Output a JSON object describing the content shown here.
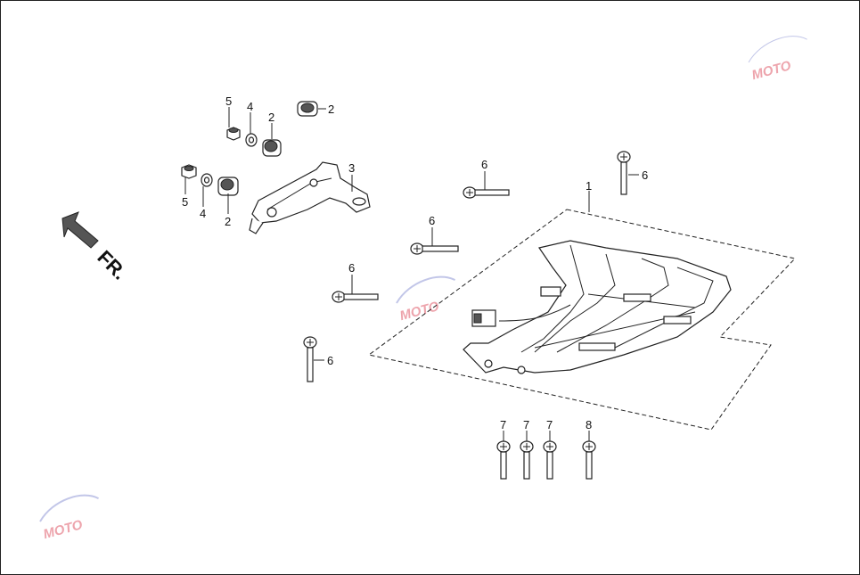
{
  "diagram": {
    "direction_label": "FR.",
    "watermark_text": "MOTO",
    "callouts": {
      "c1": "1",
      "c2a": "2",
      "c2b": "2",
      "c2c": "2",
      "c3": "3",
      "c4a": "4",
      "c4b": "4",
      "c5a": "5",
      "c5b": "5",
      "c6a": "6",
      "c6b": "6",
      "c6c": "6",
      "c6d": "6",
      "c6e": "6",
      "c7a": "7",
      "c7b": "7",
      "c7c": "7",
      "c8": "8"
    },
    "colors": {
      "line": "#222222",
      "watermark": "#e05a6a"
    }
  }
}
